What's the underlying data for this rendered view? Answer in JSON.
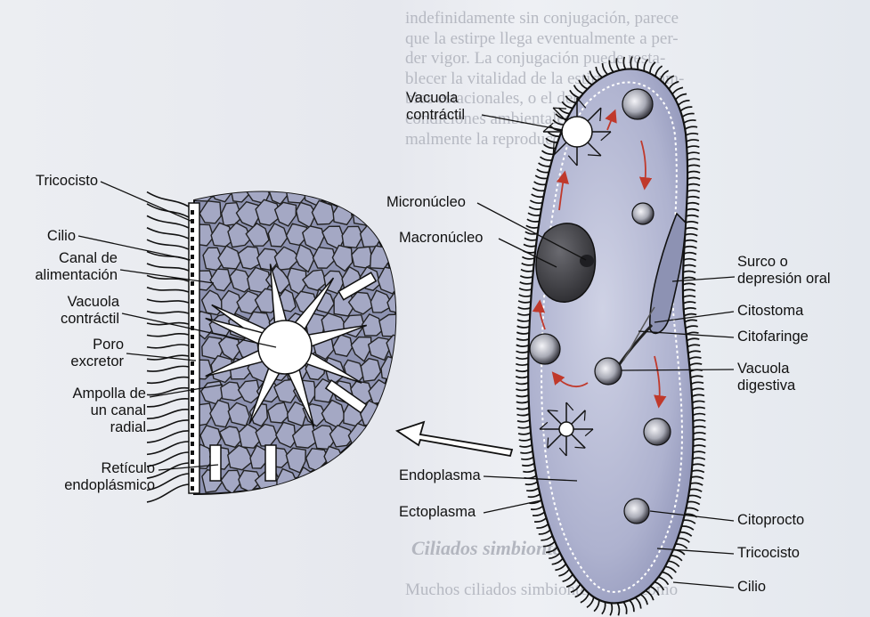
{
  "background_text": {
    "paragraph": [
      "indefinidamente sin conjugación, parece",
      "que la estirpe llega eventualmente a per-",
      "der vigor. La conjugación puede resta-",
      "blecer la vitalidad de la estirpe. Los cam-",
      "bios estacionales, o el deterioro de las",
      "condiciones ambientales estimulan nor-",
      "malmente la reproducción sexual."
    ],
    "heading": "Ciliados simbiontes",
    "tail": [
      "Muchos ciliados simbiontes viven como"
    ]
  },
  "labels": {
    "left": {
      "tricocisto": "Tricocisto",
      "cilio": "Cilio",
      "canal": [
        "Canal de",
        "alimentación"
      ],
      "vacuola_contractil": [
        "Vacuola",
        "contráctil"
      ],
      "poro": [
        "Poro",
        "excretor"
      ],
      "ampolla": [
        "Ampolla de",
        "un canal",
        "radial"
      ],
      "reticulo": [
        "Retículo",
        "endoplásmico"
      ]
    },
    "center": {
      "vacuola_contractil": [
        "Vacuola",
        "contráctil"
      ],
      "micronucleo": "Micronúcleo",
      "macronucleo": "Macronúcleo",
      "endoplasma": "Endoplasma",
      "ectoplasma": "Ectoplasma"
    },
    "right": {
      "surco": [
        "Surco o",
        "depresión oral"
      ],
      "citostoma": "Citostoma",
      "citofaringe": "Citofaringe",
      "vacuola_digestiva": [
        "Vacuola",
        "digestiva"
      ],
      "citoprocto": "Citoprocto",
      "tricocisto": "Tricocisto",
      "cilio": "Cilio"
    }
  },
  "colors": {
    "cell_fill": "#a7abca",
    "cell_light": "#c9cce1",
    "nucleus": "#3f3f44",
    "arrow": "#c0392b",
    "leader": "#111111"
  }
}
